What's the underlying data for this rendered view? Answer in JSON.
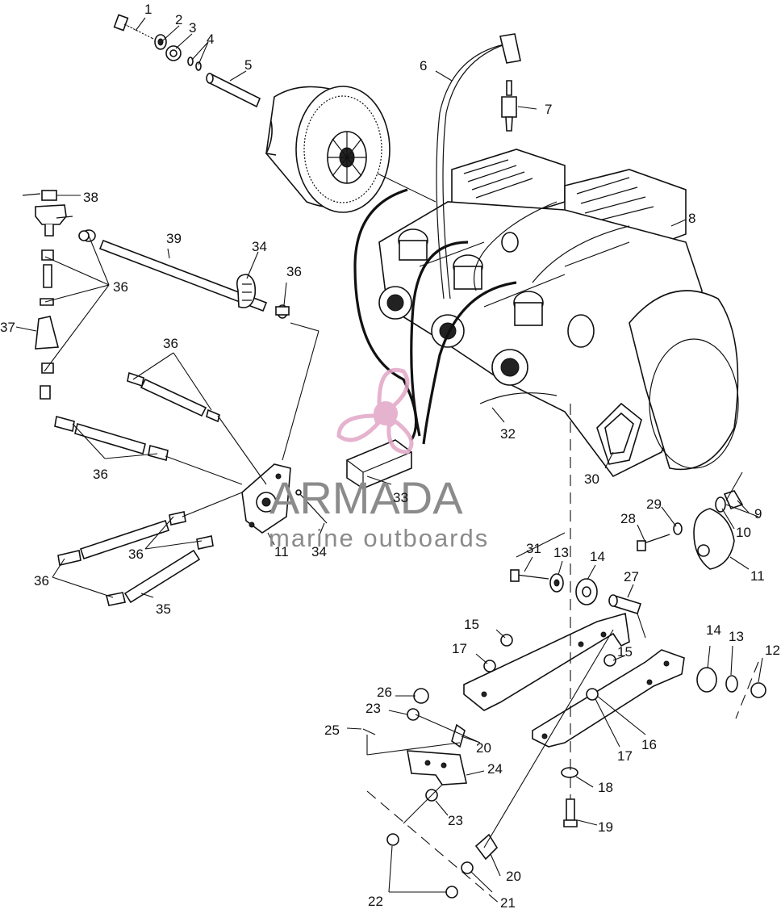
{
  "watermark": {
    "brand": "ARMADA",
    "tagline": "marine outboards",
    "brand_color": "#7f7f7f",
    "logo_color": "#e2a6c6"
  },
  "callouts": [
    {
      "id": "c1",
      "label": "1"
    },
    {
      "id": "c2",
      "label": "2"
    },
    {
      "id": "c3",
      "label": "3"
    },
    {
      "id": "c4",
      "label": "4"
    },
    {
      "id": "c5",
      "label": "5"
    },
    {
      "id": "c6",
      "label": "6"
    },
    {
      "id": "c7",
      "label": "7"
    },
    {
      "id": "c8",
      "label": "8"
    },
    {
      "id": "c9",
      "label": "9"
    },
    {
      "id": "c10",
      "label": "10"
    },
    {
      "id": "c11a",
      "label": "11"
    },
    {
      "id": "c11b",
      "label": "11"
    },
    {
      "id": "c12",
      "label": "12"
    },
    {
      "id": "c13a",
      "label": "13"
    },
    {
      "id": "c13b",
      "label": "13"
    },
    {
      "id": "c14a",
      "label": "14"
    },
    {
      "id": "c14b",
      "label": "14"
    },
    {
      "id": "c15a",
      "label": "15"
    },
    {
      "id": "c15b",
      "label": "15"
    },
    {
      "id": "c16",
      "label": "16"
    },
    {
      "id": "c17a",
      "label": "17"
    },
    {
      "id": "c17b",
      "label": "17"
    },
    {
      "id": "c18",
      "label": "18"
    },
    {
      "id": "c19",
      "label": "19"
    },
    {
      "id": "c20a",
      "label": "20"
    },
    {
      "id": "c20b",
      "label": "20"
    },
    {
      "id": "c21",
      "label": "21"
    },
    {
      "id": "c22",
      "label": "22"
    },
    {
      "id": "c23a",
      "label": "23"
    },
    {
      "id": "c23b",
      "label": "23"
    },
    {
      "id": "c24",
      "label": "24"
    },
    {
      "id": "c25",
      "label": "25"
    },
    {
      "id": "c26",
      "label": "26"
    },
    {
      "id": "c27",
      "label": "27"
    },
    {
      "id": "c28",
      "label": "28"
    },
    {
      "id": "c29",
      "label": "29"
    },
    {
      "id": "c30",
      "label": "30"
    },
    {
      "id": "c31",
      "label": "31"
    },
    {
      "id": "c32",
      "label": "32"
    },
    {
      "id": "c33",
      "label": "33"
    },
    {
      "id": "c34a",
      "label": "34"
    },
    {
      "id": "c34b",
      "label": "34"
    },
    {
      "id": "c35",
      "label": "35"
    },
    {
      "id": "c36a",
      "label": "36"
    },
    {
      "id": "c36b",
      "label": "36"
    },
    {
      "id": "c36c",
      "label": "36"
    },
    {
      "id": "c36d",
      "label": "36"
    },
    {
      "id": "c36e",
      "label": "36"
    },
    {
      "id": "c36f",
      "label": "36"
    },
    {
      "id": "c37",
      "label": "37"
    },
    {
      "id": "c38",
      "label": "38"
    },
    {
      "id": "c39",
      "label": "39"
    }
  ]
}
